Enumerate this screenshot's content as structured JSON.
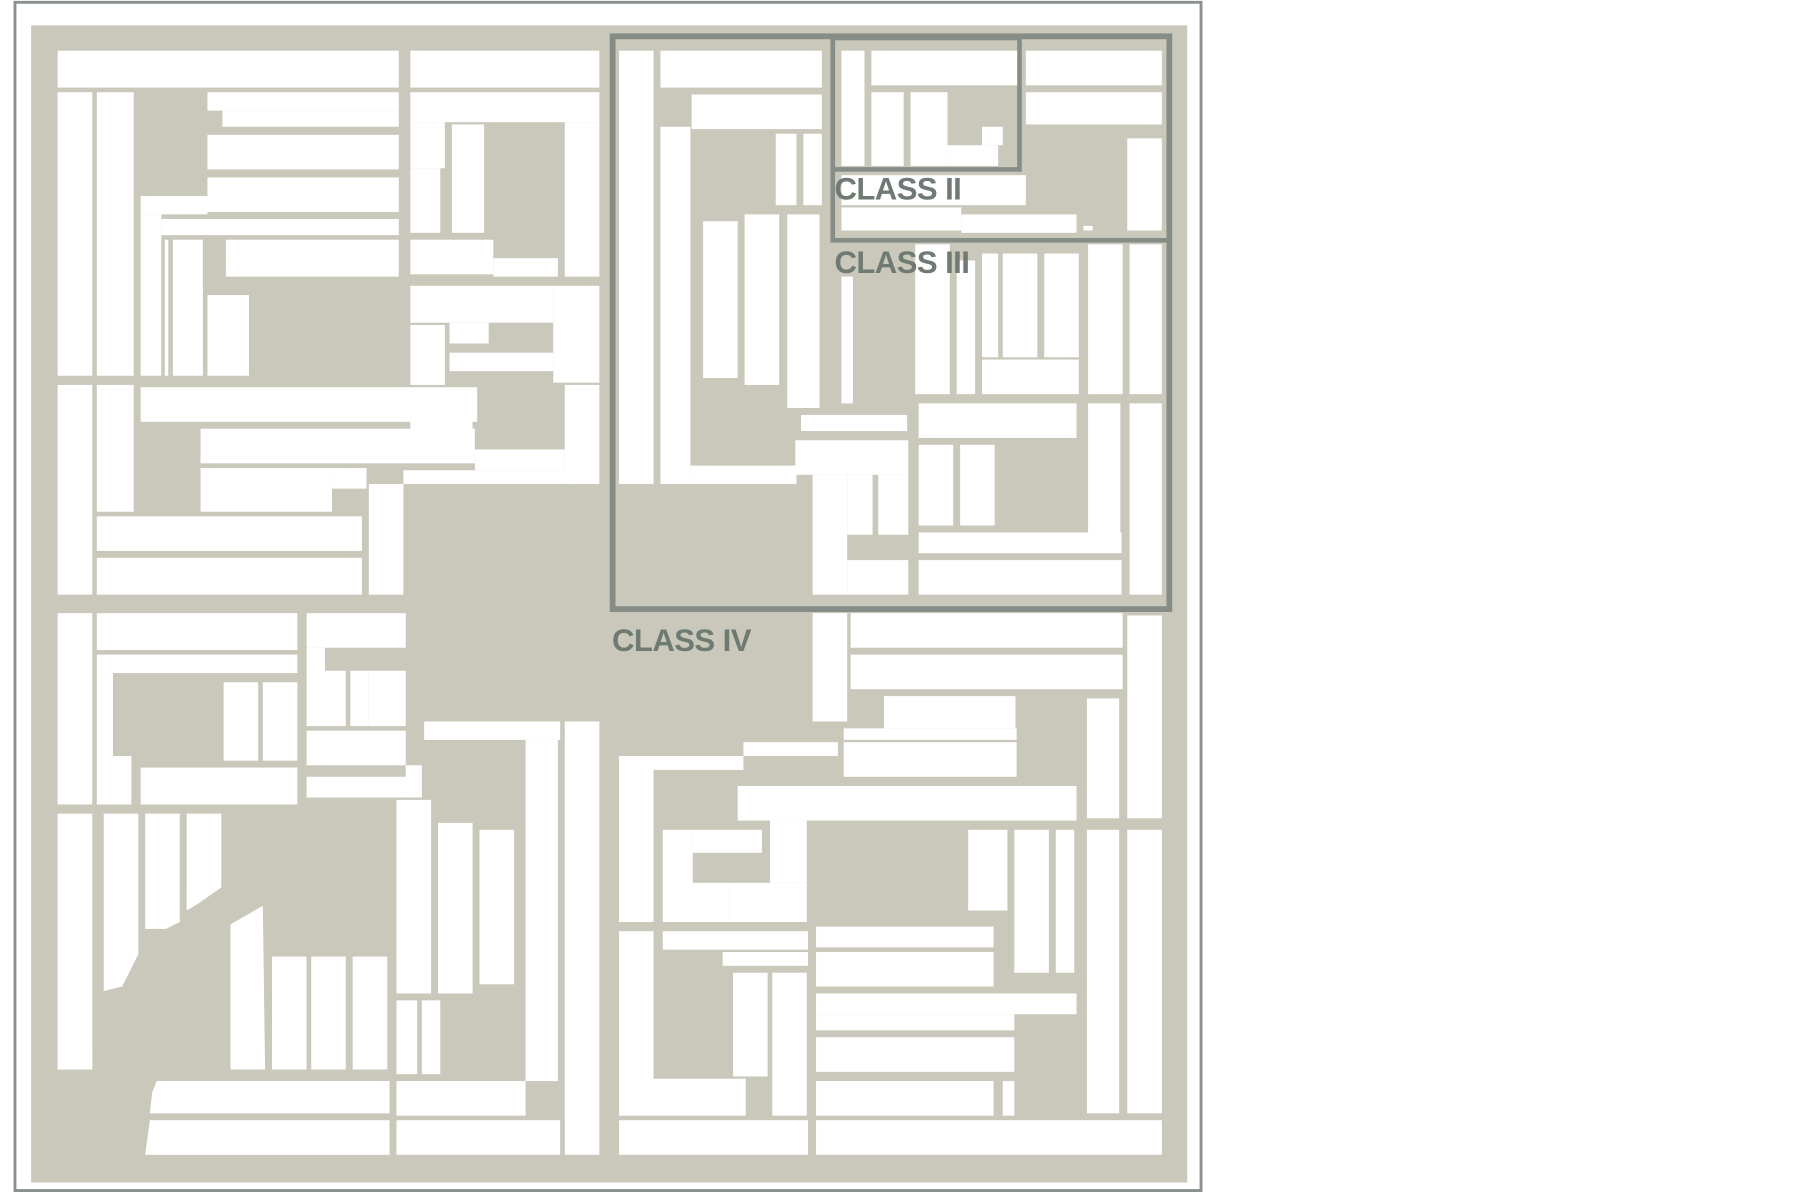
{
  "diagram": {
    "type": "site-plan",
    "colors": {
      "background": "#ffffff",
      "ground": "#c9c8bb",
      "parcel": "#ffffff",
      "class_border": "#858d86",
      "frame_border": "#8a918b",
      "label": "#6f7a73"
    },
    "class_regions": [
      {
        "id": "class-ii",
        "label": "CLASS II"
      },
      {
        "id": "class-iii",
        "label": "CLASS III"
      },
      {
        "id": "class-iv",
        "label": "CLASS IV"
      }
    ]
  }
}
